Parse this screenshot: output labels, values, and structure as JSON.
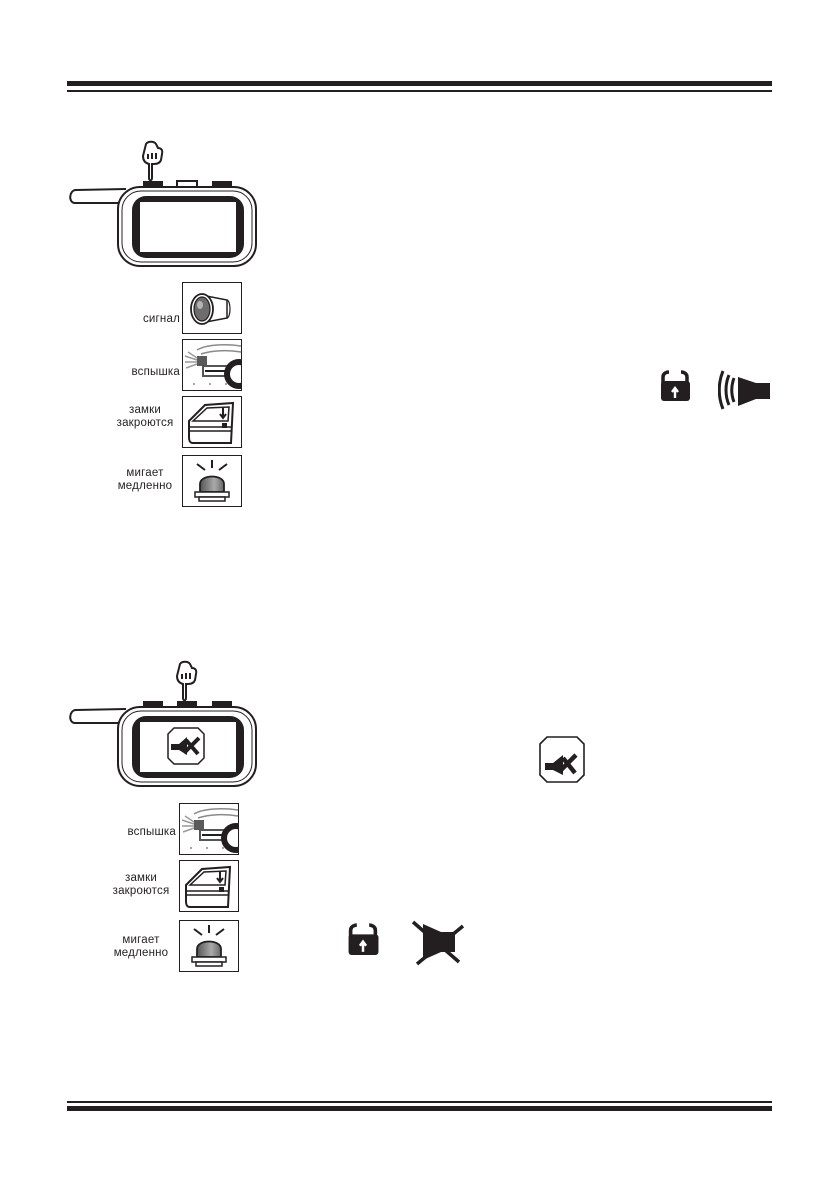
{
  "page": {
    "header_rule": "double-rule-top",
    "footer_rule": "double-rule-bottom"
  },
  "section1": {
    "remote": {
      "pressed_button": "left",
      "screen": "blank"
    },
    "indicators": [
      {
        "label": "сигнал",
        "icon": "horn-icon"
      },
      {
        "label": "вспышка",
        "icon": "headlight-flash-icon"
      },
      {
        "label_line1": "замки",
        "label_line2": "закроются",
        "icon": "door-lock-icon"
      },
      {
        "label_line1": "мигает",
        "label_line2": "медленно",
        "icon": "beacon-icon"
      }
    ],
    "status_icons": [
      "padlock-icon",
      "siren-sound-icon"
    ]
  },
  "section2": {
    "remote": {
      "pressed_button": "middle",
      "screen": "mute-siren-icon"
    },
    "inline_icon": "mute-siren-icon",
    "indicators": [
      {
        "label": "вспышка",
        "icon": "headlight-flash-icon"
      },
      {
        "label_line1": "замки",
        "label_line2": "закроются",
        "icon": "door-lock-icon"
      },
      {
        "label_line1": "мигает",
        "label_line2": "медленно",
        "icon": "beacon-icon"
      }
    ],
    "status_icons": [
      "padlock-icon",
      "siren-off-icon"
    ]
  },
  "colors": {
    "ink": "#231f20",
    "paper": "#ffffff"
  }
}
